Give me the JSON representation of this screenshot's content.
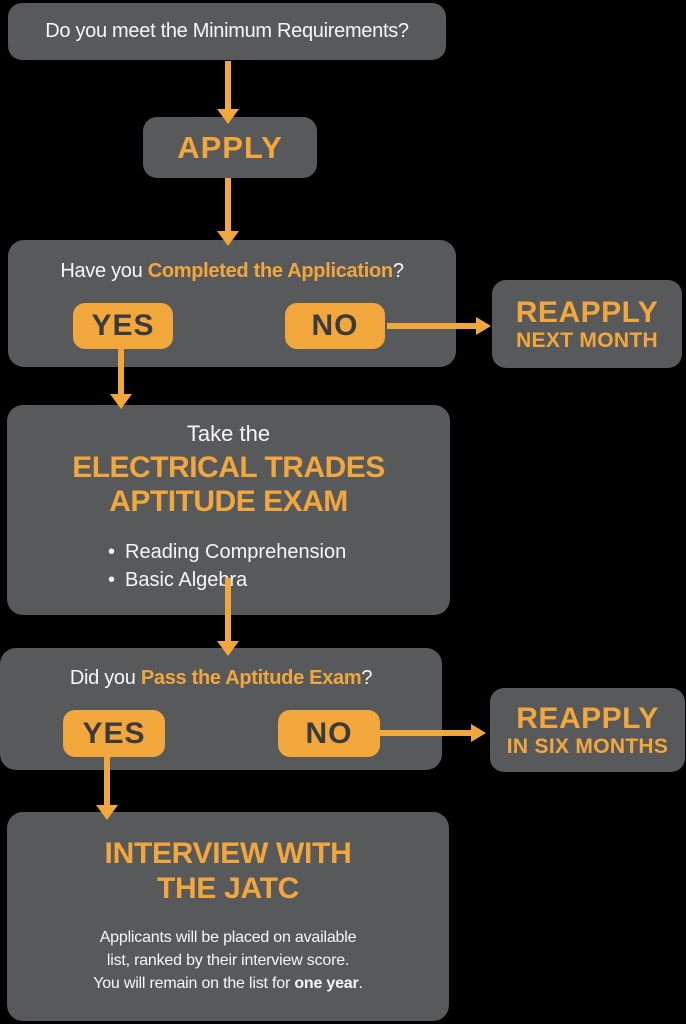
{
  "colors": {
    "background": "#000000",
    "box": "#58595B",
    "accent": "#F2A73C",
    "text-light": "#F6F6F6",
    "text-dark": "#3A3B3D"
  },
  "nodes": {
    "minimum_requirements": {
      "question": "Do you meet the Minimum Requirements?"
    },
    "apply": {
      "label": "APPLY"
    },
    "application": {
      "question_prefix": "Have you ",
      "question_highlight": "Completed the Application",
      "question_suffix": "?",
      "yes_label": "YES",
      "no_label": "NO"
    },
    "reapply_next_month": {
      "line1": "REAPPLY",
      "line2": "NEXT MONTH"
    },
    "exam": {
      "intro": "Take the",
      "title_line1": "ELECTRICAL TRADES",
      "title_line2": "APTITUDE EXAM",
      "bullet_glyph": "•",
      "bullets": [
        "Reading Comprehension",
        "Basic Algebra"
      ]
    },
    "pass_exam": {
      "question_prefix": "Did you ",
      "question_highlight": "Pass the Aptitude Exam",
      "question_suffix": "?",
      "yes_label": "YES",
      "no_label": "NO"
    },
    "reapply_six_months": {
      "line1": "REAPPLY",
      "line2": "IN SIX MONTHS"
    },
    "interview": {
      "title_line1": "INTERVIEW WITH",
      "title_line2": "THE JATC",
      "body_line1": "Applicants will be placed on available",
      "body_line2": "list, ranked by their interview score.",
      "body_line3_prefix": "You will remain on the list for ",
      "body_line3_emphasis": "one year",
      "body_line3_suffix": "."
    }
  }
}
